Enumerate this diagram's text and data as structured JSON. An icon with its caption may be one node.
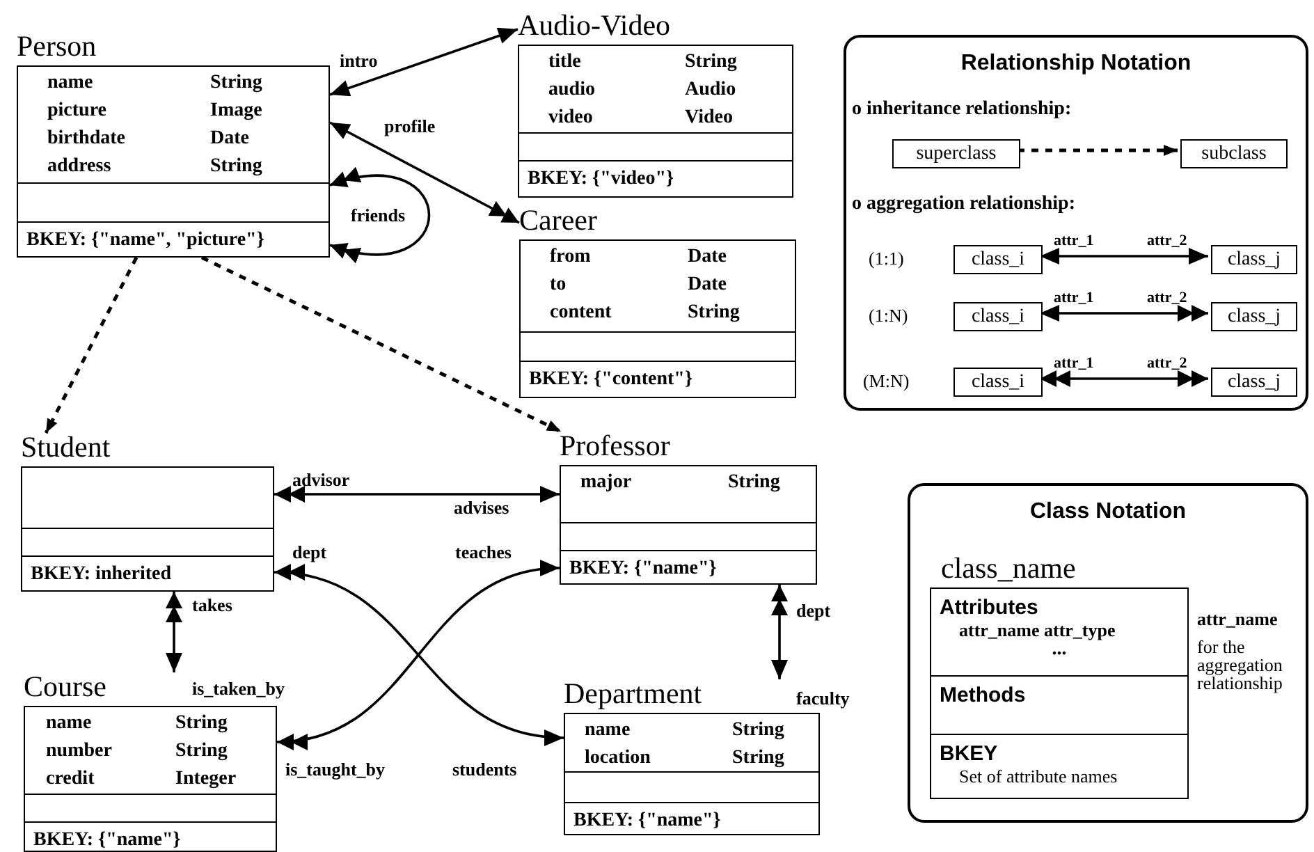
{
  "diagram": {
    "nodes": [
      {
        "text": [
          "Person",
          "name",
          "String",
          "picture",
          "Image",
          "birthdate",
          "Date",
          "address",
          "String",
          "BKEY: {\"name\", \"picture\"}"
        ]
      },
      {
        "text": [
          "Audio-Video",
          "title",
          "String",
          "audio",
          "Audio",
          "video",
          "Video",
          "BKEY: {\"video\"}"
        ]
      },
      {
        "text": [
          "Career",
          "from",
          "Date",
          "to",
          "Date",
          "content",
          "String",
          "BKEY: {\"content\"}"
        ]
      },
      {
        "text": [
          "Relationship Notation"
        ]
      },
      {
        "text": [
          "superclass"
        ],
        "in": 3
      },
      {
        "text": [
          "subclass"
        ],
        "in": 3
      },
      {
        "text": [
          "class_i"
        ],
        "in": 3
      },
      {
        "text": [
          "class_j"
        ],
        "in": 3
      },
      {
        "text": [
          "class_i"
        ],
        "in": 3
      },
      {
        "text": [
          "class_j"
        ],
        "in": 3
      },
      {
        "text": [
          "class_i"
        ],
        "in": 3
      },
      {
        "text": [
          "class_j"
        ],
        "in": 3
      },
      {
        "text": [
          "Student",
          "BKEY: inherited"
        ]
      },
      {
        "text": [
          "Professor",
          "major",
          "String",
          "BKEY: {\"name\"}"
        ]
      },
      {
        "text": [
          "Class Notation"
        ]
      },
      {
        "text": [
          "class_name",
          "Attributes",
          "attr_name attr_type",
          "...",
          "Methods",
          "BKEY",
          "Set of attribute names"
        ],
        "beside": [
          "attr_name",
          "for the aggregation relationship"
        ],
        "in": 14
      },
      {
        "text": [
          "Course",
          "name",
          "String",
          "number",
          "String",
          "credit",
          "Integer",
          "BKEY: {\"name\"}"
        ]
      },
      {
        "text": [
          "Department",
          "name",
          "String",
          "location",
          "String",
          "BKEY: {\"name\"}"
        ]
      }
    ],
    "edges": [
      {
        "from": 0,
        "to": 1,
        "arrow": "both"
      },
      {
        "from": 0,
        "to": 2,
        "arrow": "both"
      },
      {
        "from": 0,
        "to": 0,
        "arrow": "both"
      },
      {
        "from": 0,
        "to": 12,
        "arrow": "to",
        "style": "dashed"
      },
      {
        "from": 0,
        "to": 13,
        "arrow": "to",
        "style": "dashed"
      },
      {
        "from": 12,
        "to": 13,
        "arrow": "both"
      },
      {
        "from": 12,
        "to": 17,
        "arrow": "both"
      },
      {
        "from": 13,
        "to": 16,
        "arrow": "both"
      },
      {
        "from": 12,
        "to": 16,
        "arrow": "both"
      },
      {
        "from": 13,
        "to": 17,
        "arrow": "both"
      },
      {
        "from": 4,
        "to": 5,
        "arrow": "to",
        "style": "dashed"
      },
      {
        "from": 6,
        "to": 7,
        "arrow": "both"
      },
      {
        "from": 8,
        "to": 9,
        "arrow": "both"
      },
      {
        "from": 10,
        "to": 11,
        "arrow": "both"
      }
    ],
    "labels": [
      "intro",
      "profile",
      "friends",
      "o inheritance relationship:",
      "o aggregation relationship:",
      "(1:1)",
      "attr_1",
      "attr_2",
      "(1:N)",
      "attr_1",
      "attr_2",
      "(M:N)",
      "attr_1",
      "attr_2",
      "advisor",
      "advises",
      "dept",
      "teaches",
      "takes",
      "dept",
      "is_taken_by",
      "faculty",
      "is_taught_by",
      "students"
    ]
  }
}
